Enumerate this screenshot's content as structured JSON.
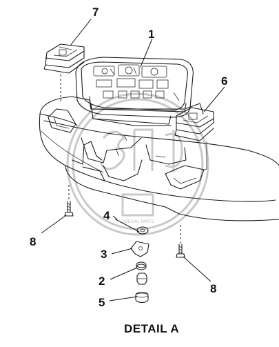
{
  "diagram": {
    "caption": "DETAIL A",
    "callouts": [
      {
        "id": "7",
        "label": "7"
      },
      {
        "id": "1",
        "label": "1"
      },
      {
        "id": "6",
        "label": "6"
      },
      {
        "id": "4",
        "label": "4"
      },
      {
        "id": "8a",
        "label": "8"
      },
      {
        "id": "3",
        "label": "3"
      },
      {
        "id": "2",
        "label": "2"
      },
      {
        "id": "5",
        "label": "5"
      },
      {
        "id": "8b",
        "label": "8"
      }
    ],
    "watermark_text": "SPECIAL PARTS"
  }
}
